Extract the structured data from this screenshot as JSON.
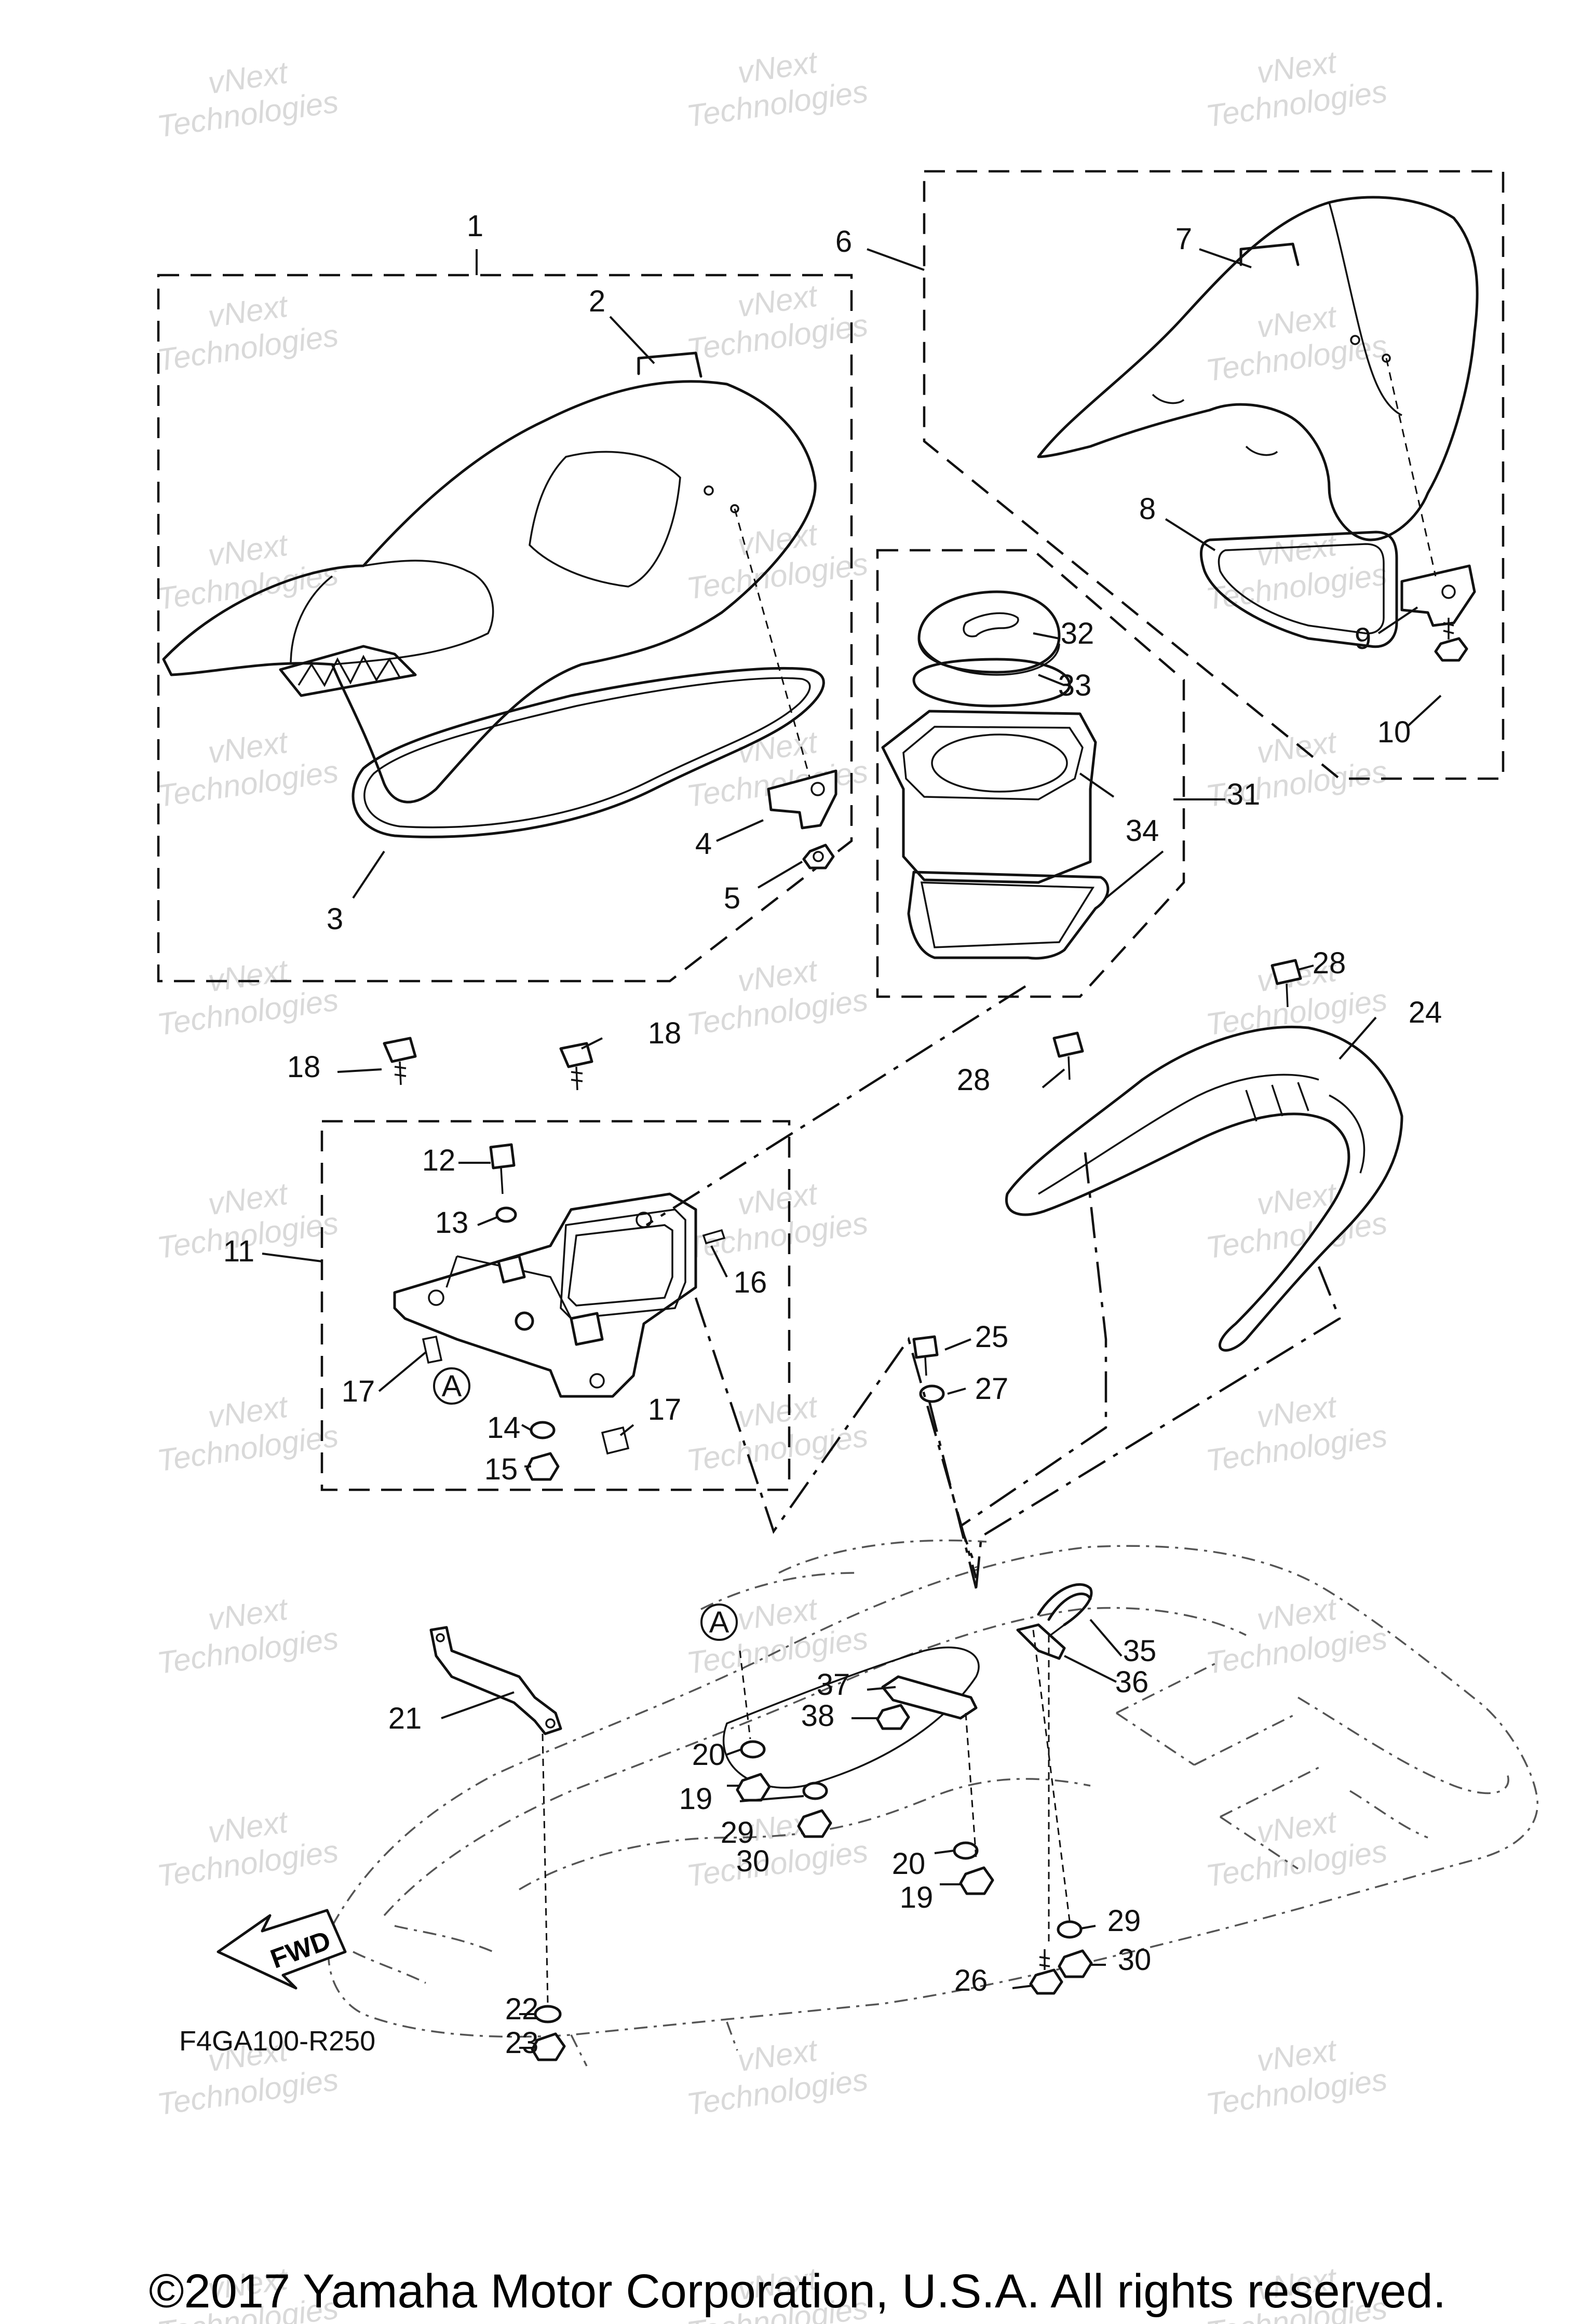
{
  "callouts": [
    "1",
    "2",
    "3",
    "4",
    "5",
    "6",
    "7",
    "8",
    "9",
    "10",
    "11",
    "12",
    "13",
    "14",
    "15",
    "16",
    "17",
    "17",
    "18",
    "18",
    "19",
    "19",
    "20",
    "20",
    "21",
    "22",
    "23",
    "24",
    "25",
    "26",
    "27",
    "28",
    "28",
    "29",
    "29",
    "30",
    "30",
    "31",
    "32",
    "33",
    "34",
    "35",
    "36",
    "37",
    "38"
  ],
  "markers": {
    "a_marker": "A"
  },
  "watermark": {
    "line1": "vNext",
    "line2": "Technologies"
  },
  "fwd_label": "FWD",
  "diagram_code": "F4GA100-R250",
  "copyright": "©2017 Yamaha Motor Corporation, U.S.A. All rights reserved."
}
